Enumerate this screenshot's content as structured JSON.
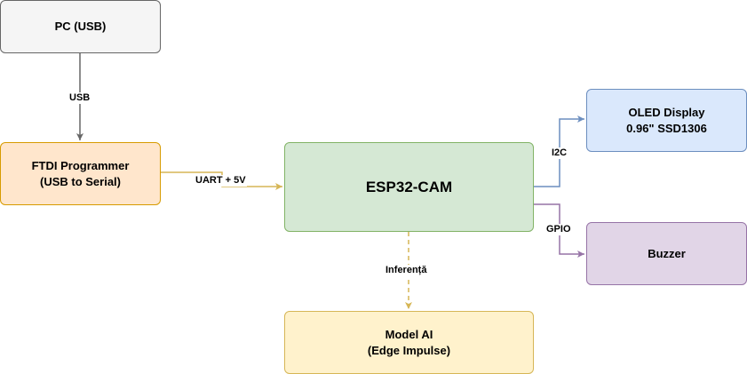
{
  "nodes": {
    "pc": {
      "line1": "PC (USB)",
      "fill": "#f5f5f5",
      "stroke": "#666666"
    },
    "ftdi": {
      "line1": "FTDI Programmer",
      "line2": "(USB to Serial)",
      "fill": "#ffe6cc",
      "stroke": "#d79b00"
    },
    "esp32": {
      "line1": "ESP32-CAM",
      "fill": "#d5e8d4",
      "stroke": "#82b366"
    },
    "oled": {
      "line1": "OLED Display",
      "line2": "0.96\" SSD1306",
      "fill": "#dae8fc",
      "stroke": "#6c8ebf"
    },
    "buzzer": {
      "line1": "Buzzer",
      "fill": "#e1d5e7",
      "stroke": "#9673a6"
    },
    "model": {
      "line1": "Model AI",
      "line2": "(Edge Impulse)",
      "fill": "#fff2cc",
      "stroke": "#d6b656"
    }
  },
  "edges": {
    "usb": {
      "label": "USB",
      "color": "#666666"
    },
    "uart": {
      "label": "UART + 5V",
      "color": "#d6b656"
    },
    "i2c": {
      "label": "I2C",
      "color": "#6c8ebf"
    },
    "gpio": {
      "label": "GPIO",
      "color": "#9673a6"
    },
    "inference": {
      "label": "Inferență",
      "color": "#d6b656"
    }
  }
}
